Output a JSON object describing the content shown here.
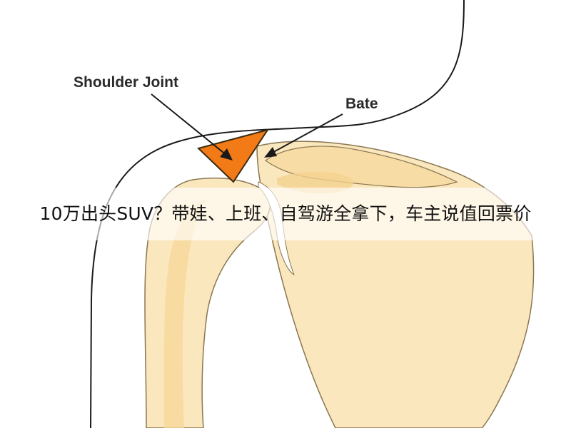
{
  "diagram": {
    "labels": {
      "shoulder_joint": "Shoulder Joint",
      "bate": "Bate"
    },
    "colors": {
      "bone_fill": "#fbe7bd",
      "bone_shade": "#f6d797",
      "outline": "#6b5a3c",
      "triangle": "#f27a17",
      "skin_line": "#1a1a1a"
    }
  },
  "caption": {
    "text": "10万出头SUV？带娃、上班、自驾游全拿下，车主说值回票价"
  }
}
